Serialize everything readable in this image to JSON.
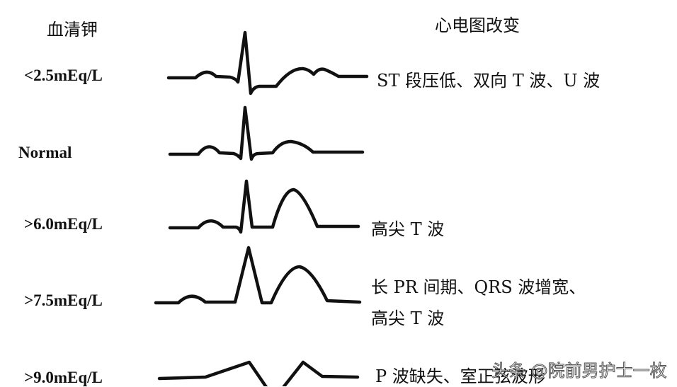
{
  "headers": {
    "left": "血清钾",
    "right": "心电图改变"
  },
  "rows": [
    {
      "level": "<2.5mEq/L",
      "change": "ST 段压低、双向 T 波、U 波"
    },
    {
      "level": "Normal",
      "change": ""
    },
    {
      "level": ">6.0mEq/L",
      "change": "高尖 T 波"
    },
    {
      "level": ">7.5mEq/L",
      "change": "长 PR 间期、QRS 波增宽、",
      "change2": "高尖 T 波"
    },
    {
      "level": ">9.0mEq/L",
      "change": "P 波缺失、室正弦波形"
    }
  ],
  "watermark": "头条 @院前男护士一枚",
  "line_color": "#111111"
}
